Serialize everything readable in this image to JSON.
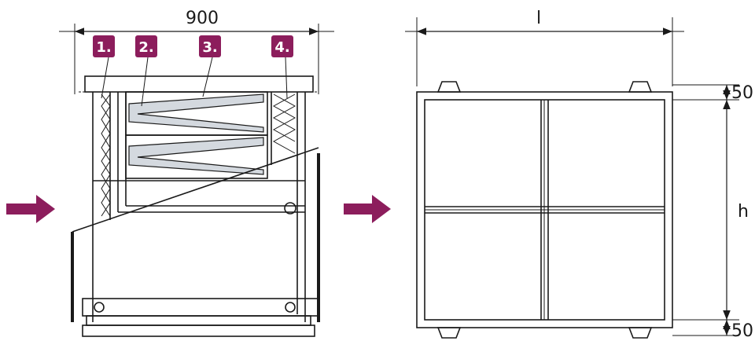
{
  "colors": {
    "accent": "#8c1d5c",
    "line": "#1a1a1a",
    "bag_fill": "#d4d9df"
  },
  "side_view": {
    "width_label": "900",
    "parts": [
      {
        "label": "1."
      },
      {
        "label": "2."
      },
      {
        "label": "3."
      },
      {
        "label": "4."
      }
    ],
    "airflow_icon": "arrow-right-icon"
  },
  "front_view": {
    "length_label": "l",
    "height_label": "h",
    "top_flange_label": "50",
    "bottom_flange_label": "50",
    "airflow_icon": "arrow-right-icon"
  }
}
